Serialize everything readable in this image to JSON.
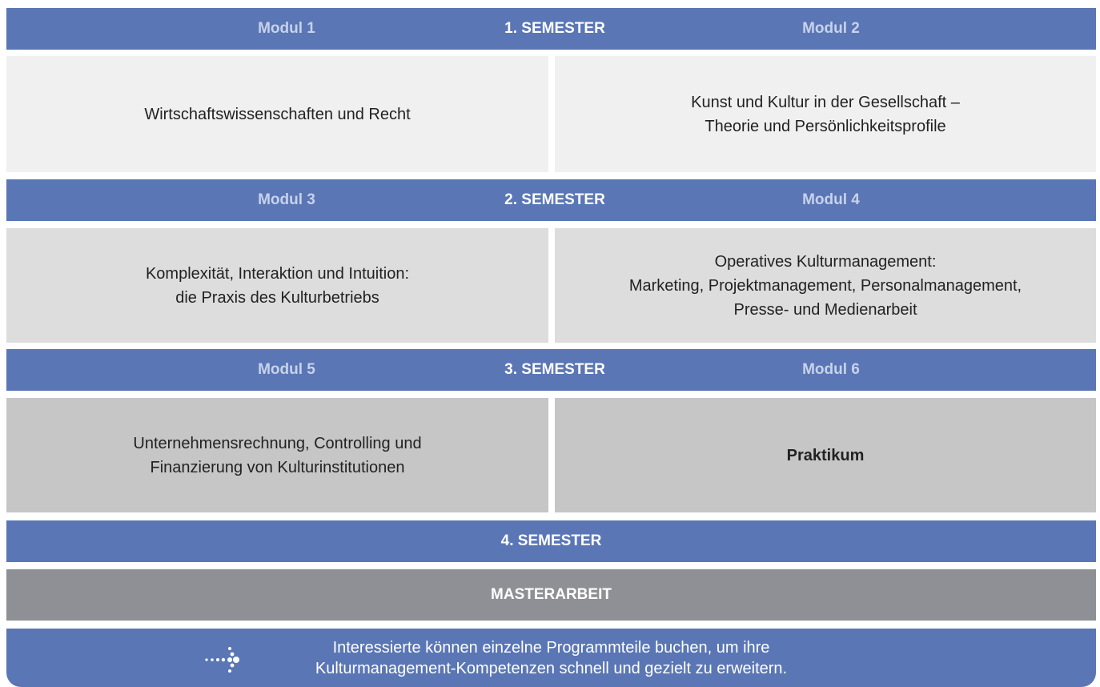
{
  "semester1": {
    "modul_left": "Modul 1",
    "title": "1. SEMESTER",
    "modul_right": "Modul 2",
    "box_left": [
      "Wirtschaftswissenschaften und Recht"
    ],
    "box_right": [
      "Kunst und Kultur in der Gesellschaft –",
      "Theorie und Persönlichkeitsprofile"
    ]
  },
  "semester2": {
    "modul_left": "Modul 3",
    "title": "2. SEMESTER",
    "modul_right": "Modul 4",
    "box_left": [
      "Komplexität, Interaktion und Intuition:",
      "die Praxis des Kulturbetriebs"
    ],
    "box_right": [
      "Operatives Kulturmanagement:",
      "Marketing, Projektmanagement, Personalmanagement,",
      "Presse- und Medienarbeit"
    ]
  },
  "semester3": {
    "modul_left": "Modul 5",
    "title": "3. SEMESTER",
    "modul_right": "Modul 6",
    "box_left": [
      "Unternehmensrechnung, Controlling und",
      "Finanzierung von Kulturinstitutionen"
    ],
    "box_right": [
      "Praktikum"
    ]
  },
  "semester4": {
    "title": "4. SEMESTER",
    "thesis": "MASTERARBEIT"
  },
  "footer": {
    "line1": "Interessierte können einzelne Programmteile buchen, um ihre",
    "line2": "Kulturmanagement-Kompetenzen schnell und gezielt zu erweitern.",
    "icon": "dotted-arrow-icon"
  },
  "colors": {
    "header_blue": "#5a76b5",
    "modul_label": "#c8d2ea",
    "row1": "#f0f0f0",
    "row2": "#dddddd",
    "row3": "#c6c6c6",
    "thesis_gray": "#8f9095"
  }
}
